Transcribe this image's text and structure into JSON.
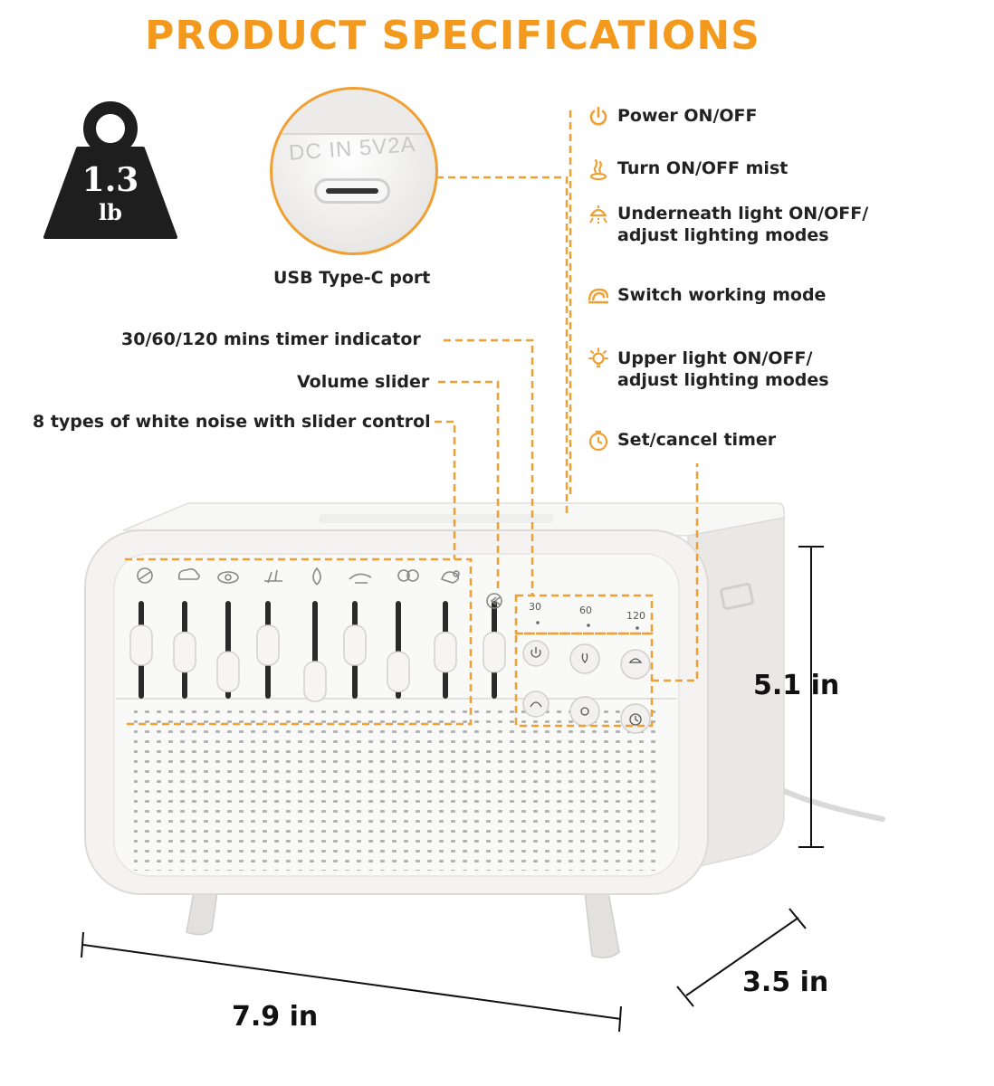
{
  "title": "PRODUCT SPECIFICATIONS",
  "weight": {
    "value": "1.3",
    "unit": "lb"
  },
  "port": {
    "imprint": "DC IN 5V2A",
    "caption": "USB Type-C port"
  },
  "left_labels": {
    "timer_indicator": "30/60/120 mins timer indicator",
    "volume": "Volume slider",
    "white_noise": "8 types of white noise with slider control"
  },
  "functions": [
    {
      "icon": "power-icon",
      "text": "Power ON/OFF"
    },
    {
      "icon": "mist-icon",
      "text": "Turn ON/OFF mist"
    },
    {
      "icon": "underneath-light-icon",
      "text": "Underneath light ON/OFF/\nadjust lighting modes"
    },
    {
      "icon": "mode-icon",
      "text": "Switch working mode"
    },
    {
      "icon": "upper-light-icon",
      "text": "Upper light ON/OFF/\nadjust lighting modes"
    },
    {
      "icon": "timer-icon",
      "text": "Set/cancel timer"
    }
  ],
  "timer_marks": [
    "30",
    "60",
    "120"
  ],
  "dimensions": {
    "height": "5.1 in",
    "depth": "3.5 in",
    "width": "7.9 in"
  },
  "colors": {
    "accent": "#f0a032",
    "title": "#f39a1e",
    "weight": "#1e1e1e"
  },
  "sliders": {
    "count": 8,
    "levels": [
      0.62,
      0.55,
      0.35,
      0.62,
      0.25,
      0.62,
      0.35,
      0.55
    ],
    "volume_level": 0.55
  }
}
